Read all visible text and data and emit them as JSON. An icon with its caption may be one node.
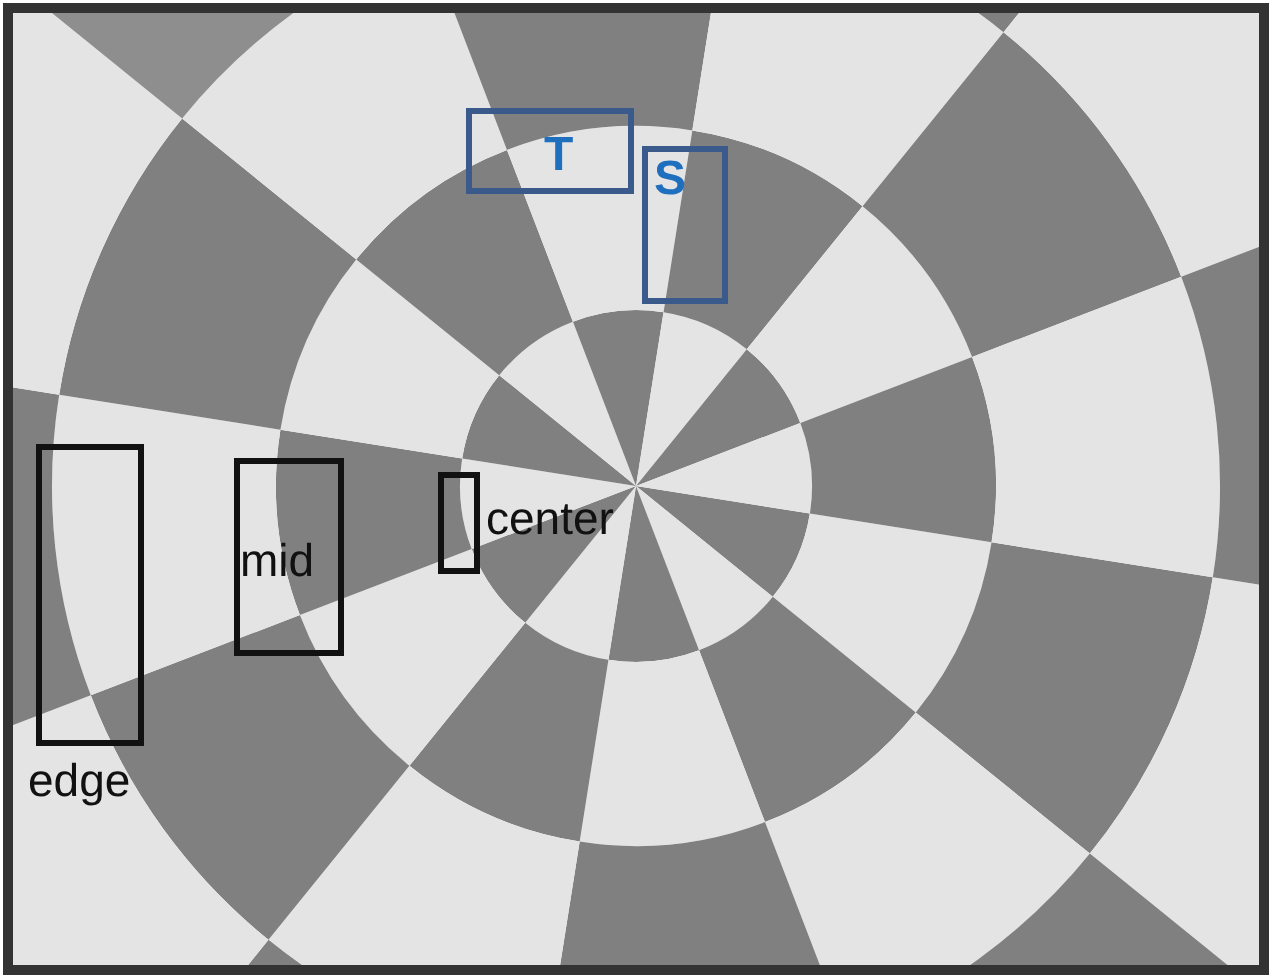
{
  "diagram": {
    "nodes": [
      {
        "text": [
          "T"
        ]
      },
      {
        "text": [
          "S"
        ]
      },
      {
        "text": [
          "center"
        ]
      },
      {
        "text": [
          "mid"
        ]
      },
      {
        "text": [
          "edge"
        ]
      }
    ]
  }
}
